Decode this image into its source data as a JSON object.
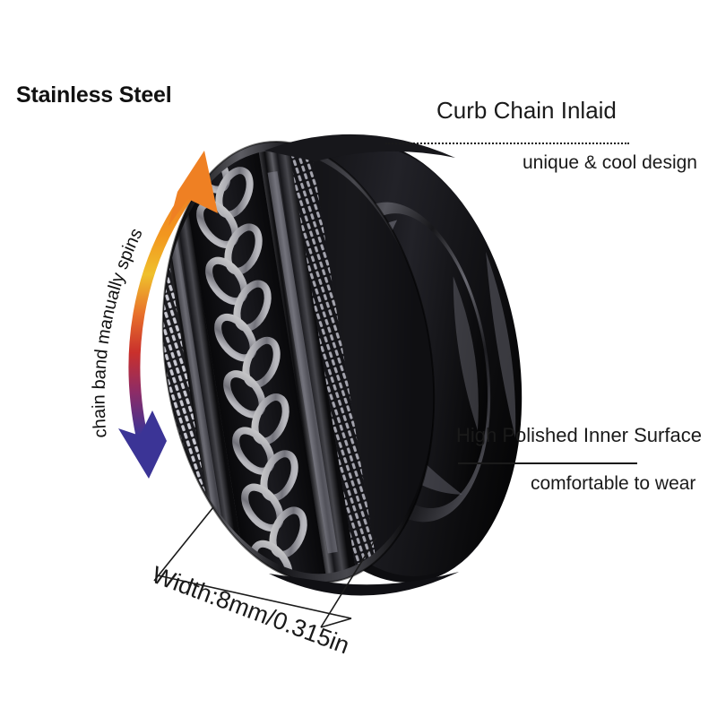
{
  "product": {
    "material_title": "Stainless Steel",
    "item_type": "spinner-ring",
    "body_color": "#1c1c1e",
    "chain_color": "#d8d8dc"
  },
  "annotations": {
    "chain": {
      "title": "Curb Chain Inlaid",
      "subtitle": "unique & cool design",
      "leader_style": "dotted"
    },
    "polish": {
      "title": "High Polished Inner Surface",
      "subtitle": "comfortable to wear",
      "leader_style": "solid"
    },
    "spin": {
      "label": "chain band manually spins",
      "arrow_top_color": "#ef8023",
      "arrow_mid_color": "#e8b52a",
      "arrow_low_color": "#c0392b",
      "arrow_bottom_color": "#3b3496"
    }
  },
  "dimension": {
    "width_label": "Width:8mm/0.315in",
    "width_mm": 8,
    "width_in": 0.315
  }
}
